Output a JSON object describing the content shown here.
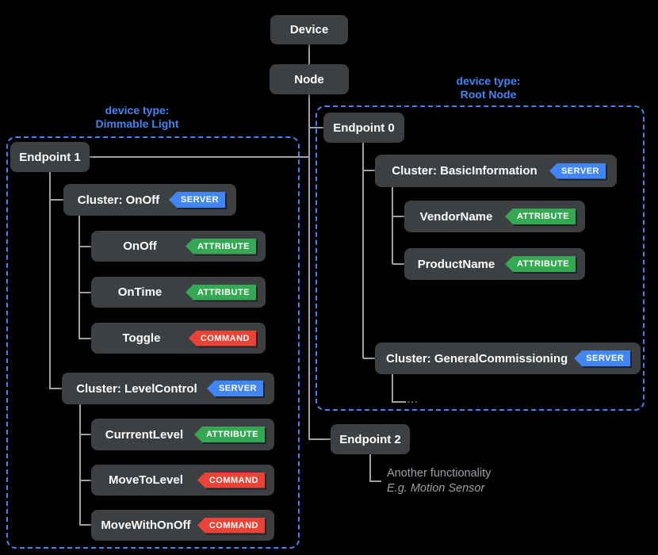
{
  "colors": {
    "background": "#000000",
    "box_fill": "#3c4043",
    "box_text": "#ffffff",
    "accent_blue": "#4285f4",
    "badge_server_blue": "#4285f4",
    "badge_attribute_green": "#34a853",
    "badge_command_red": "#ea4335",
    "connector_gray": "#9aa0a6",
    "muted_text_gray": "#9aa0a6"
  },
  "tree": {
    "device": {
      "label": "Device"
    },
    "node": {
      "label": "Node"
    },
    "groups": {
      "dimmable_light": {
        "caption": "device type:",
        "name": "Dimmable Light"
      },
      "root_node": {
        "caption": "device type:",
        "name": "Root Node"
      }
    },
    "endpoint1": {
      "label": "Endpoint 1"
    },
    "endpoint0": {
      "label": "Endpoint 0"
    },
    "endpoint2": {
      "label": "Endpoint 2"
    },
    "left": {
      "cluster_onoff": {
        "label": "Cluster: OnOff",
        "badge": "SERVER"
      },
      "attr_onoff": {
        "label": "OnOff",
        "badge": "ATTRIBUTE"
      },
      "attr_ontime": {
        "label": "OnTime",
        "badge": "ATTRIBUTE"
      },
      "cmd_toggle": {
        "label": "Toggle",
        "badge": "COMMAND"
      },
      "cluster_levelcontrol": {
        "label": "Cluster: LevelControl",
        "badge": "SERVER"
      },
      "attr_currrentlevel": {
        "label": "CurrrentLevel",
        "badge": "ATTRIBUTE"
      },
      "cmd_movetolevel": {
        "label": "MoveToLevel",
        "badge": "COMMAND"
      },
      "cmd_movewithonoff": {
        "label": "MoveWithOnOff",
        "badge": "COMMAND"
      }
    },
    "right": {
      "cluster_basicinformation": {
        "label": "Cluster: BasicInformation",
        "badge": "SERVER"
      },
      "attr_vendorname": {
        "label": "VendorName",
        "badge": "ATTRIBUTE"
      },
      "attr_productname": {
        "label": "ProductName",
        "badge": "ATTRIBUTE"
      },
      "cluster_generalcommissioning": {
        "label": "Cluster: GeneralCommissioning",
        "badge": "SERVER"
      }
    },
    "ellipsis": "...",
    "endpoint2_note": {
      "line1": "Another functionality",
      "line2": "E.g. Motion Sensor"
    }
  }
}
